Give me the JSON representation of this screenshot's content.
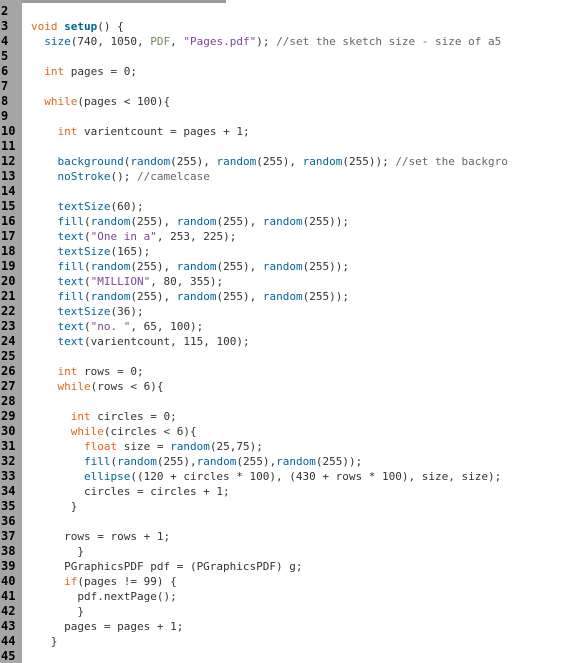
{
  "editor": {
    "line_numbers": [
      "2",
      "3",
      "4",
      "5",
      "6",
      "7",
      "8",
      "9",
      "10",
      "11",
      "12",
      "13",
      "14",
      "15",
      "16",
      "17",
      "18",
      "19",
      "20",
      "21",
      "22",
      "23",
      "24",
      "25",
      "26",
      "27",
      "28",
      "29",
      "30",
      "31",
      "32",
      "33",
      "34",
      "35",
      "36",
      "37",
      "38",
      "39",
      "40",
      "41",
      "42",
      "43",
      "44",
      "45"
    ],
    "lines": [
      [],
      [
        {
          "t": "void",
          "c": "kw"
        },
        {
          "t": " "
        },
        {
          "t": "setup",
          "c": "bold"
        },
        {
          "t": "() {"
        }
      ],
      [
        {
          "t": "  "
        },
        {
          "t": "size",
          "c": "fn"
        },
        {
          "t": "(740, 1050, "
        },
        {
          "t": "PDF",
          "c": "cons"
        },
        {
          "t": ", "
        },
        {
          "t": "\"Pages.pdf\"",
          "c": "str"
        },
        {
          "t": "); "
        },
        {
          "t": "//set the sketch size - size of a5",
          "c": "cm"
        }
      ],
      [],
      [
        {
          "t": "  "
        },
        {
          "t": "int",
          "c": "kw"
        },
        {
          "t": " pages = 0;"
        }
      ],
      [],
      [
        {
          "t": "  "
        },
        {
          "t": "while",
          "c": "kw"
        },
        {
          "t": "(pages < 100){"
        }
      ],
      [],
      [
        {
          "t": "    "
        },
        {
          "t": "int",
          "c": "kw"
        },
        {
          "t": " varientcount = pages + 1;"
        }
      ],
      [],
      [
        {
          "t": "    "
        },
        {
          "t": "background",
          "c": "fn"
        },
        {
          "t": "("
        },
        {
          "t": "random",
          "c": "fn"
        },
        {
          "t": "(255), "
        },
        {
          "t": "random",
          "c": "fn"
        },
        {
          "t": "(255), "
        },
        {
          "t": "random",
          "c": "fn"
        },
        {
          "t": "(255)); "
        },
        {
          "t": "//set the backgro",
          "c": "cm"
        }
      ],
      [
        {
          "t": "    "
        },
        {
          "t": "noStroke",
          "c": "fn"
        },
        {
          "t": "(); "
        },
        {
          "t": "//camelcase",
          "c": "cm"
        }
      ],
      [],
      [
        {
          "t": "    "
        },
        {
          "t": "textSize",
          "c": "fn"
        },
        {
          "t": "(60);"
        }
      ],
      [
        {
          "t": "    "
        },
        {
          "t": "fill",
          "c": "fn"
        },
        {
          "t": "("
        },
        {
          "t": "random",
          "c": "fn"
        },
        {
          "t": "(255), "
        },
        {
          "t": "random",
          "c": "fn"
        },
        {
          "t": "(255), "
        },
        {
          "t": "random",
          "c": "fn"
        },
        {
          "t": "(255));"
        }
      ],
      [
        {
          "t": "    "
        },
        {
          "t": "text",
          "c": "fn"
        },
        {
          "t": "("
        },
        {
          "t": "\"One in a\"",
          "c": "str"
        },
        {
          "t": ", 253, 225);"
        }
      ],
      [
        {
          "t": "    "
        },
        {
          "t": "textSize",
          "c": "fn"
        },
        {
          "t": "(165);"
        }
      ],
      [
        {
          "t": "    "
        },
        {
          "t": "fill",
          "c": "fn"
        },
        {
          "t": "("
        },
        {
          "t": "random",
          "c": "fn"
        },
        {
          "t": "(255), "
        },
        {
          "t": "random",
          "c": "fn"
        },
        {
          "t": "(255), "
        },
        {
          "t": "random",
          "c": "fn"
        },
        {
          "t": "(255));"
        }
      ],
      [
        {
          "t": "    "
        },
        {
          "t": "text",
          "c": "fn"
        },
        {
          "t": "("
        },
        {
          "t": "\"MILLION\"",
          "c": "str"
        },
        {
          "t": ", 80, 355);"
        }
      ],
      [
        {
          "t": "    "
        },
        {
          "t": "fill",
          "c": "fn"
        },
        {
          "t": "("
        },
        {
          "t": "random",
          "c": "fn"
        },
        {
          "t": "(255), "
        },
        {
          "t": "random",
          "c": "fn"
        },
        {
          "t": "(255), "
        },
        {
          "t": "random",
          "c": "fn"
        },
        {
          "t": "(255));"
        }
      ],
      [
        {
          "t": "    "
        },
        {
          "t": "textSize",
          "c": "fn"
        },
        {
          "t": "(36);"
        }
      ],
      [
        {
          "t": "    "
        },
        {
          "t": "text",
          "c": "fn"
        },
        {
          "t": "("
        },
        {
          "t": "\"no. \"",
          "c": "str"
        },
        {
          "t": ", 65, 100);"
        }
      ],
      [
        {
          "t": "    "
        },
        {
          "t": "text",
          "c": "fn"
        },
        {
          "t": "(varientcount, 115, 100);"
        }
      ],
      [],
      [
        {
          "t": "    "
        },
        {
          "t": "int",
          "c": "kw"
        },
        {
          "t": " rows = 0;"
        }
      ],
      [
        {
          "t": "    "
        },
        {
          "t": "while",
          "c": "kw"
        },
        {
          "t": "(rows < 6){"
        }
      ],
      [],
      [
        {
          "t": "      "
        },
        {
          "t": "int",
          "c": "kw"
        },
        {
          "t": " circles = 0;"
        }
      ],
      [
        {
          "t": "      "
        },
        {
          "t": "while",
          "c": "kw"
        },
        {
          "t": "(circles < 6){"
        }
      ],
      [
        {
          "t": "        "
        },
        {
          "t": "float",
          "c": "kw"
        },
        {
          "t": " size = "
        },
        {
          "t": "random",
          "c": "fn"
        },
        {
          "t": "(25,75);"
        }
      ],
      [
        {
          "t": "        "
        },
        {
          "t": "fill",
          "c": "fn"
        },
        {
          "t": "("
        },
        {
          "t": "random",
          "c": "fn"
        },
        {
          "t": "(255),"
        },
        {
          "t": "random",
          "c": "fn"
        },
        {
          "t": "(255),"
        },
        {
          "t": "random",
          "c": "fn"
        },
        {
          "t": "(255));"
        }
      ],
      [
        {
          "t": "        "
        },
        {
          "t": "ellipse",
          "c": "fn"
        },
        {
          "t": "((120 + circles * 100), (430 + rows * 100), size, size);"
        }
      ],
      [
        {
          "t": "        circles = circles + 1;"
        }
      ],
      [
        {
          "t": "      }"
        }
      ],
      [],
      [
        {
          "t": "     rows = rows + 1;"
        }
      ],
      [
        {
          "t": "       }"
        }
      ],
      [
        {
          "t": "     PGraphicsPDF pdf = (PGraphicsPDF) g;"
        }
      ],
      [
        {
          "t": "     "
        },
        {
          "t": "if",
          "c": "kw"
        },
        {
          "t": "(pages != 99) {"
        }
      ],
      [
        {
          "t": "       pdf.nextPage();"
        }
      ],
      [
        {
          "t": "       }"
        }
      ],
      [
        {
          "t": "     pages = pages + 1;"
        }
      ],
      [
        {
          "t": "   }"
        }
      ],
      []
    ]
  }
}
